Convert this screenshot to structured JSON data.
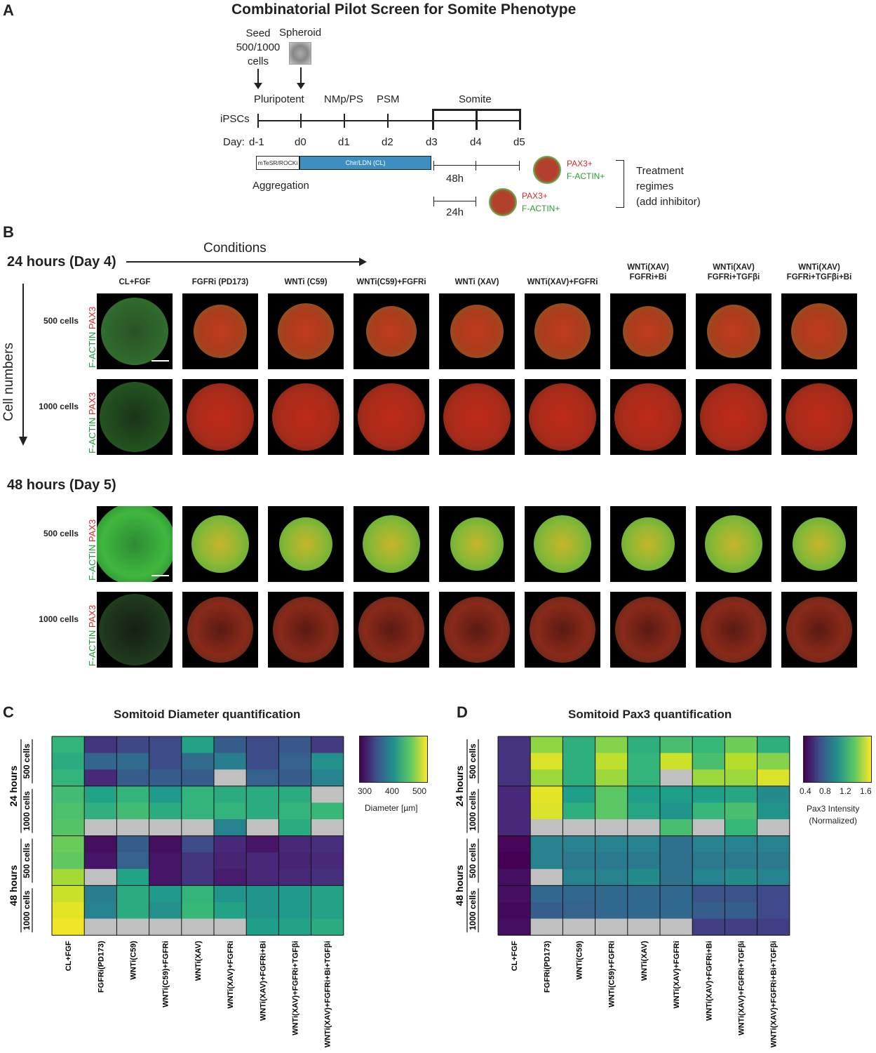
{
  "panelA": {
    "letter": "A",
    "title": "Combinatorial Pilot Screen for Somite Phenotype",
    "seed_label": [
      "Seed",
      "500/1000",
      "cells"
    ],
    "spheroid_label": "Spheroid",
    "stages": [
      "Pluripotent",
      "NMp/PS",
      "PSM",
      "Somite"
    ],
    "ipscs": "iPSCs",
    "day_label": "Day:",
    "days": [
      "d-1",
      "d0",
      "d1",
      "d2",
      "d3",
      "d4",
      "d5"
    ],
    "media1": "mTeSR/ROCKi",
    "media2": "Chir/LDN (CL)",
    "aggregation": "Aggregation",
    "dur48": "48h",
    "dur24": "24h",
    "marker_pax3": "PAX3+",
    "marker_factin": "F-ACTIN+",
    "treatment": [
      "Treatment",
      "regimes",
      "(add inhibitor)"
    ]
  },
  "panelB": {
    "letter": "B",
    "conditions_label": "Conditions",
    "cell_numbers_label": "Cell numbers",
    "time24": "24 hours (Day 4)",
    "time48": "48 hours (Day 5)",
    "columns": [
      [
        "CL+FGF"
      ],
      [
        "FGFRi (PD173)"
      ],
      [
        "WNTi (C59)"
      ],
      [
        "WNTi(C59)+FGFRi"
      ],
      [
        "WNTi (XAV)"
      ],
      [
        "WNTi(XAV)+FGFRi"
      ],
      [
        "WNTi(XAV)",
        "FGFRi+Bi"
      ],
      [
        "WNTi(XAV)",
        "FGFRi+TGFβi"
      ],
      [
        "WNTi(XAV)",
        "FGFRi+TGFβi+Bi"
      ]
    ],
    "row500": "500 cells",
    "row1000": "1000 cells",
    "stain_green": "F-ACTIN",
    "stain_red": "PAX3"
  },
  "panelC": {
    "letter": "C",
    "title": "Somitoid Diameter quantification",
    "colorbar_label": "Diameter [µm]",
    "colorbar_ticks": [
      "300",
      "400",
      "500"
    ]
  },
  "panelD": {
    "letter": "D",
    "title": "Somitoid Pax3 quantification",
    "colorbar_label": [
      "Pax3 Intensity",
      "(Normalized)"
    ],
    "colorbar_ticks": [
      "0.4",
      "0.8",
      "1.2",
      "1.6"
    ]
  },
  "chart_data": [
    {
      "type": "heatmap",
      "title": "Somitoid Diameter quantification",
      "categories": [
        "CL+FGF",
        "FGFRi(PD173)",
        "WNTi(C59)",
        "WNTi(C59)+FGFRi",
        "WNTi(XAV)",
        "WNTi(XAV)+FGFRi",
        "WNTi(XAV)+FGFRi+Bi",
        "WNTi(XAV)+FGFRi+TGFβi",
        "WNTi(XAV)+FGFRi+Bi+TGFβi"
      ],
      "row_groups": [
        {
          "time": "24 hours",
          "cells": "500 cells",
          "rows": [
            [
              440,
              310,
              325,
              330,
              420,
              345,
              330,
              340,
              315
            ],
            [
              430,
              355,
              360,
              330,
              360,
              380,
              330,
              350,
              400
            ],
            [
              440,
              300,
              345,
              345,
              345,
              null,
              350,
              345,
              385
            ]
          ]
        },
        {
          "time": "24 hours",
          "cells": "1000 cells",
          "rows": [
            [
              450,
              420,
              440,
              410,
              440,
              430,
              430,
              430,
              null
            ],
            [
              455,
              435,
              450,
              430,
              440,
              440,
              430,
              440,
              445
            ],
            [
              460,
              null,
              null,
              null,
              null,
              385,
              null,
              430,
              null
            ]
          ]
        },
        {
          "time": "48 hours",
          "cells": "500 cells",
          "rows": [
            [
              470,
              280,
              345,
              280,
              330,
              300,
              285,
              300,
              305
            ],
            [
              465,
              285,
              350,
              285,
              310,
              295,
              300,
              295,
              300
            ],
            [
              495,
              null,
              420,
              285,
              310,
              290,
              300,
              300,
              305
            ]
          ]
        },
        {
          "time": "48 hours",
          "cells": "1000 cells",
          "rows": [
            [
              510,
              380,
              430,
              410,
              440,
              405,
              405,
              410,
              420
            ],
            [
              520,
              385,
              430,
              400,
              445,
              420,
              405,
              410,
              420
            ],
            [
              525,
              null,
              null,
              null,
              null,
              null,
              415,
              420,
              430
            ]
          ]
        }
      ],
      "colorbar": {
        "min": 270,
        "max": 530,
        "label": "Diameter [µm]"
      }
    },
    {
      "type": "heatmap",
      "title": "Somitoid Pax3 quantification",
      "categories": [
        "CL+FGF",
        "FGFRi(PD173)",
        "WNTi(C59)",
        "WNTi(C59)+FGFRi",
        "WNTi(XAV)",
        "WNTi(XAV)+FGFRi",
        "WNTi(XAV)+FGFRi+Bi",
        "WNTi(XAV)+FGFRi+TGFβi",
        "WNTi(XAV)+FGFRi+Bi+TGFβi"
      ],
      "row_groups": [
        {
          "time": "24 hours",
          "cells": "500 cells",
          "rows": [
            [
              0.5,
              1.42,
              1.15,
              1.4,
              1.15,
              1.25,
              1.2,
              1.35,
              1.15
            ],
            [
              0.5,
              1.58,
              1.15,
              1.52,
              1.18,
              1.55,
              1.25,
              1.5,
              1.4
            ],
            [
              0.5,
              1.45,
              1.15,
              1.45,
              1.18,
              null,
              1.45,
              1.45,
              1.58
            ]
          ]
        },
        {
          "time": "24 hours",
          "cells": "1000 cells",
          "rows": [
            [
              0.45,
              1.6,
              1.05,
              1.3,
              1.05,
              1.05,
              1.05,
              1.1,
              0.95
            ],
            [
              0.45,
              1.58,
              1.15,
              1.3,
              1.1,
              1.0,
              1.2,
              1.25,
              1.0
            ],
            [
              0.45,
              null,
              null,
              null,
              null,
              1.25,
              null,
              1.2,
              null
            ]
          ]
        },
        {
          "time": "48 hours",
          "cells": "500 cells",
          "rows": [
            [
              0.32,
              0.9,
              0.9,
              0.9,
              0.9,
              0.8,
              0.9,
              0.9,
              0.9
            ],
            [
              0.3,
              0.9,
              0.85,
              0.85,
              0.85,
              0.8,
              0.85,
              0.85,
              0.85
            ],
            [
              0.35,
              null,
              0.9,
              0.9,
              0.95,
              0.8,
              0.9,
              0.95,
              0.9
            ]
          ]
        },
        {
          "time": "48 hours",
          "cells": "1000 cells",
          "rows": [
            [
              0.35,
              0.75,
              0.75,
              0.75,
              0.75,
              0.75,
              0.65,
              0.65,
              0.6
            ],
            [
              0.33,
              0.7,
              0.72,
              0.75,
              0.75,
              0.75,
              0.7,
              0.7,
              0.6
            ],
            [
              0.35,
              null,
              null,
              null,
              null,
              null,
              0.55,
              0.55,
              0.55
            ]
          ]
        }
      ],
      "colorbar": {
        "min": 0.3,
        "max": 1.65,
        "label": "Pax3 Intensity (Normalized)"
      }
    }
  ]
}
